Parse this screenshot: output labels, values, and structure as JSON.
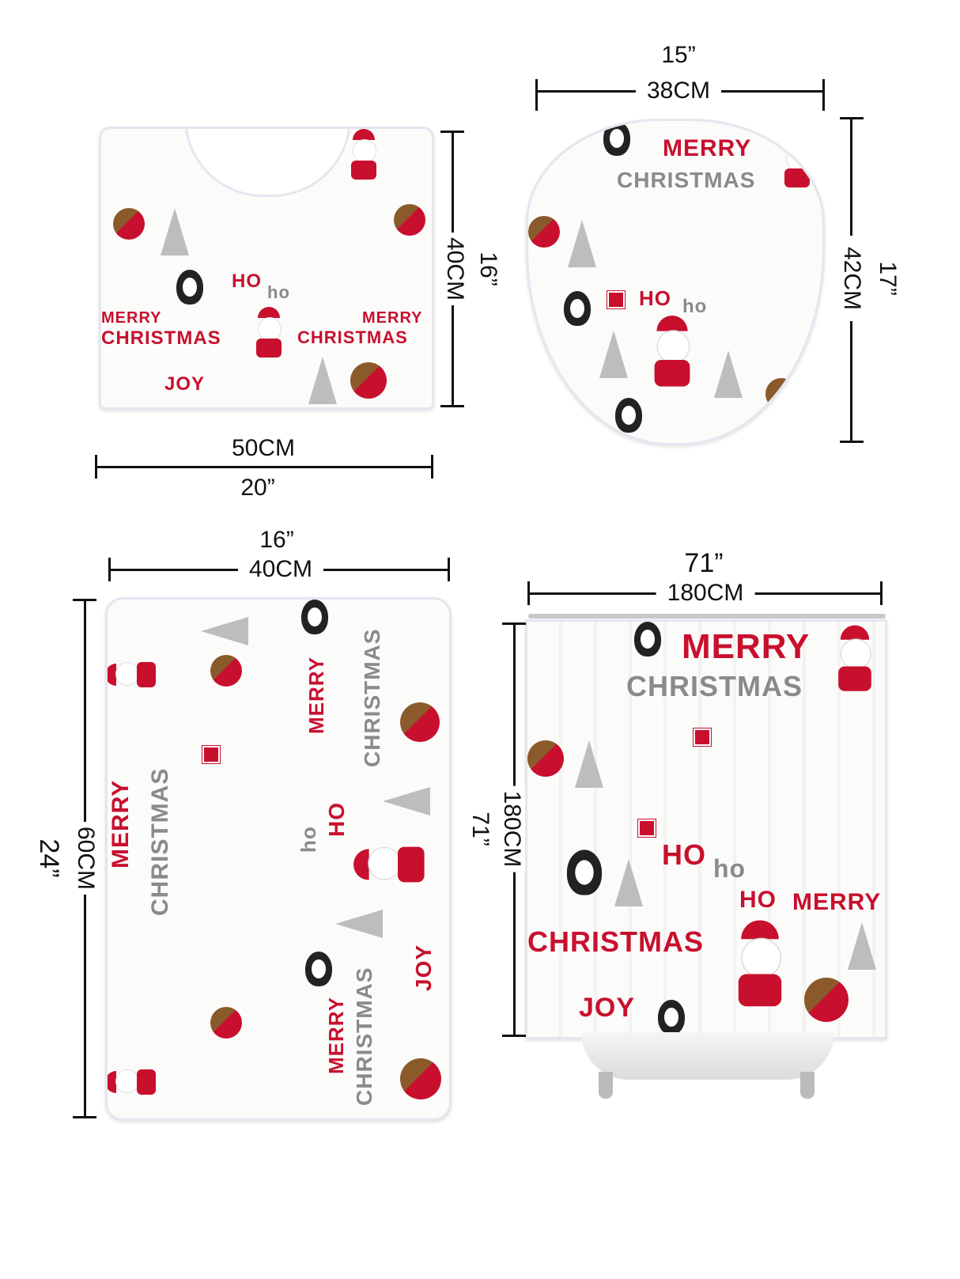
{
  "contour_mat": {
    "height_in": "16”",
    "height_cm": "40CM",
    "width_cm": "50CM",
    "width_in": "20”"
  },
  "lid_cover": {
    "width_in": "15”",
    "width_cm": "38CM",
    "height_cm": "42CM",
    "height_in": "17”"
  },
  "bath_mat": {
    "width_in": "16”",
    "width_cm": "40CM",
    "height_cm": "60CM",
    "height_in": "24”"
  },
  "shower_curtain": {
    "width_in": "71”",
    "width_cm": "180CM",
    "height_cm": "180CM",
    "height_in": "71”"
  },
  "pattern": {
    "merry": "MERRY",
    "christmas": "CHRISTMAS",
    "ho": "HO",
    "ho_small": "ho",
    "joy": "JOY"
  },
  "colors": {
    "red": "#c8102e",
    "grey": "#8a8a8a",
    "line": "#111111"
  }
}
